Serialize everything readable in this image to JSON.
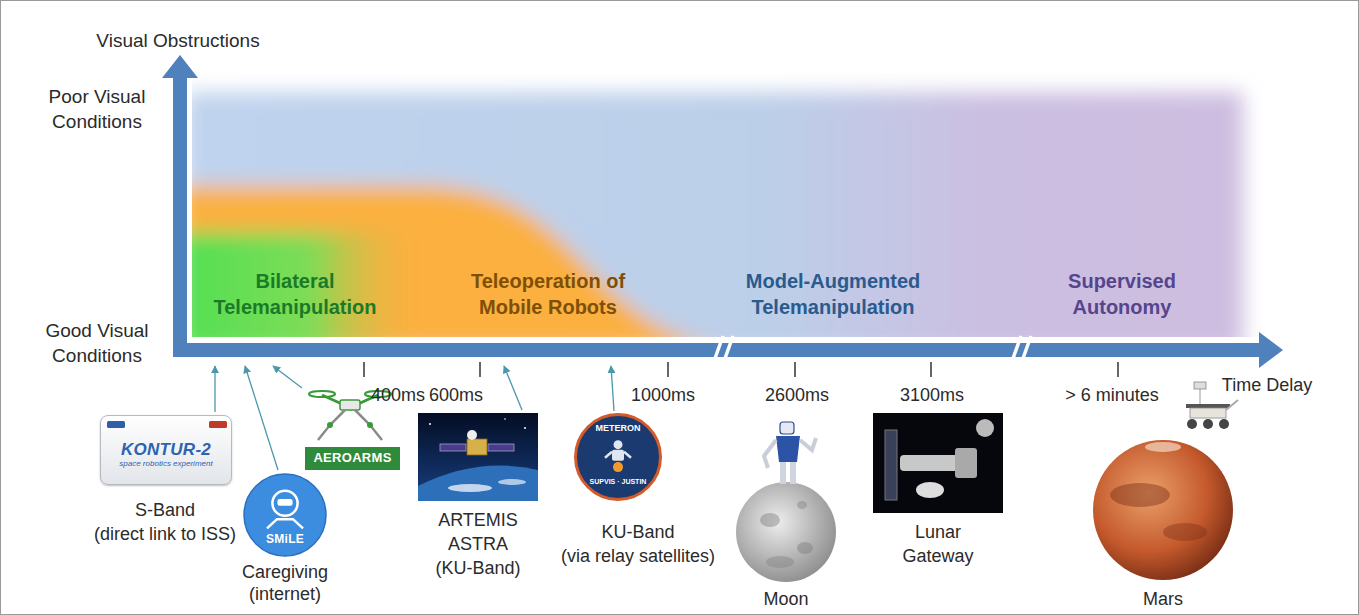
{
  "diagram": {
    "nodes": [
      {
        "text": [
          "KONTUR-2",
          "space robotics experiment"
        ]
      },
      {
        "text": [
          "SMiLE"
        ]
      },
      {
        "text": [
          "AEROARMS"
        ]
      },
      {
        "text": [
          "METERON",
          "SUPVIS · JUSTIN"
        ]
      }
    ],
    "labels": [
      "Visual Obstructions",
      "Poor Visual Conditions",
      "Good Visual Conditions",
      "Bilateral Telemanipulation",
      "Teleoperation of Mobile Robots",
      "Model-Augmented Telemanipulation",
      "Supervised Autonomy",
      "400ms",
      "600ms",
      "1000ms",
      "2600ms",
      "3100ms",
      "> 6 minutes",
      "Time Delay",
      "S-Band (direct link to ISS)",
      "Caregiving (internet)",
      "ARTEMIS ASTRA (KU-Band)",
      "KU-Band (via relay satellites)",
      "Moon",
      "Lunar Gateway",
      "Mars"
    ]
  }
}
